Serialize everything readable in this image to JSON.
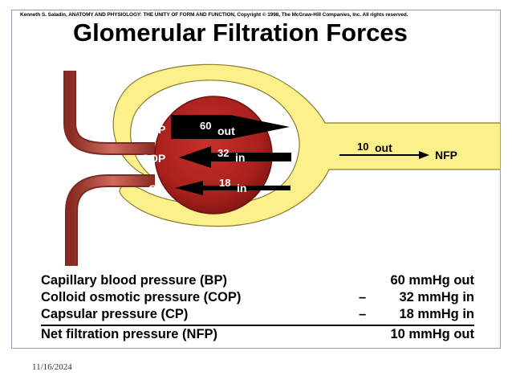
{
  "header": {
    "copyright": "Kenneth S. Saladin, ANATOMY AND PHYSIOLOGY: THE UNITY OF FORM AND FUNCTION, Copyright © 1998, The McGraw-Hill Companies, Inc.  All rights reserved.",
    "title": "Glomerular Filtration Forces"
  },
  "diagram": {
    "bp": {
      "label": "BP",
      "value": "60",
      "direction": "out"
    },
    "cop": {
      "label": "COP",
      "value": "32",
      "direction": "in"
    },
    "cp": {
      "label": "CP",
      "value": "18",
      "direction": "in"
    },
    "nfp": {
      "label": "NFP",
      "value": "10",
      "direction": "out"
    },
    "colors": {
      "capsule": "#fbf08a",
      "glomerulus": "#a8201c",
      "vessel": "#b8463a",
      "arrow": "#000000"
    }
  },
  "summary": {
    "rows": [
      {
        "label": "Capillary blood pressure (BP)",
        "sign": "",
        "value": "60 mmHg out"
      },
      {
        "label": "Colloid osmotic pressure (COP)",
        "sign": "–",
        "value": "32 mmHg in"
      },
      {
        "label": "Capsular pressure (CP)",
        "sign": "–",
        "value": "18 mmHg in"
      }
    ],
    "total": {
      "label": "Net filtration pressure (NFP)",
      "sign": "",
      "value": "10 mmHg out"
    }
  },
  "footer": {
    "date": "11/16/2024"
  }
}
